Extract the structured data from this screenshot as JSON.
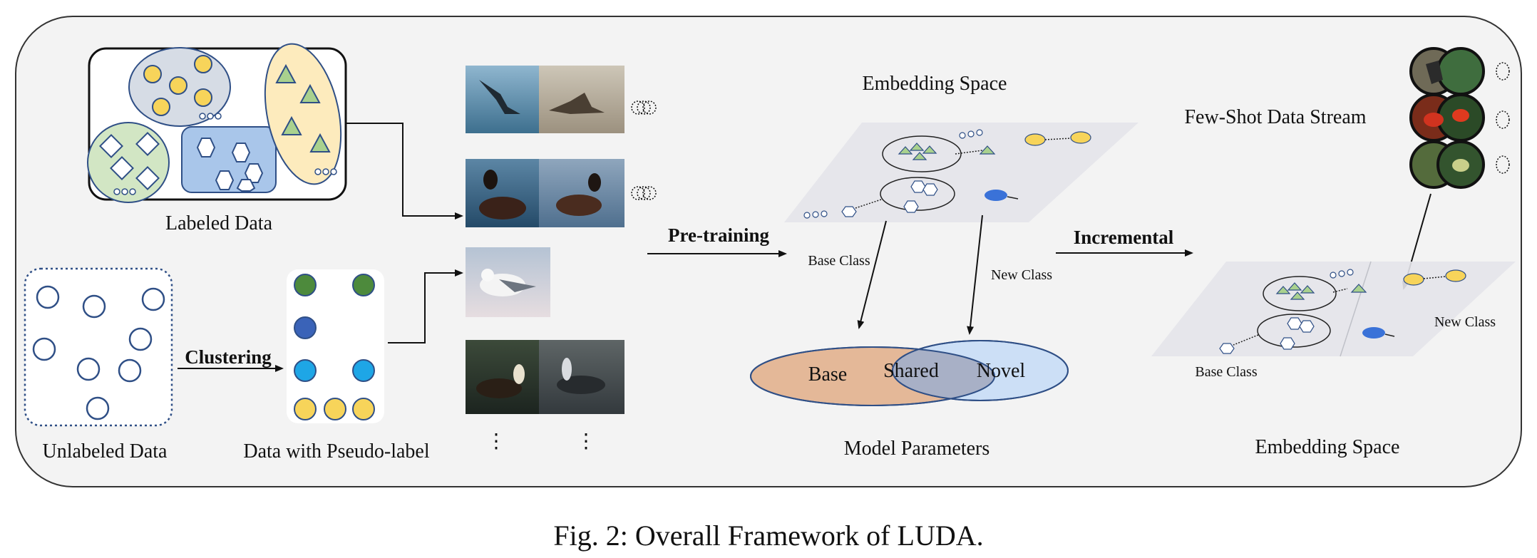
{
  "caption": "Fig. 2: Overall Framework of LUDA.",
  "labels": {
    "labeled_data": "Labeled Data",
    "unlabeled_data": "Unlabeled Data",
    "pseudo_label": "Data with Pseudo-label",
    "clustering": "Clustering",
    "pretraining": "Pre-training",
    "incremental": "Incremental",
    "embedding_space_top": "Embedding Space",
    "embedding_space_bottom": "Embedding Space",
    "model_parameters": "Model Parameters",
    "few_shot_stream": "Few-Shot Data Stream",
    "base_class_1": "Base Class",
    "new_class_1": "New Class",
    "base_class_2": "Base Class",
    "new_class_2": "New Class",
    "base": "Base",
    "shared": "Shared",
    "novel": "Novel",
    "ellipsis": "⋮"
  },
  "colors": {
    "panel_bg": "#f3f3f3",
    "yellow": "#f7d45a",
    "green_fill": "#d2e6c4",
    "blue_fill": "#a9c6ea",
    "cream_fill": "#fdebbd",
    "grey_blue_fill": "#d6dce5",
    "dark_blue_stroke": "#2f4f86",
    "green_shape": "#a9d18e",
    "cyan": "#1ea6e6",
    "base_ellipse": "#e4b898",
    "novel_ellipse": "#c4dbf6",
    "pseudo_green": "#4d8a3c",
    "pseudo_blue": "#3a63b8"
  }
}
